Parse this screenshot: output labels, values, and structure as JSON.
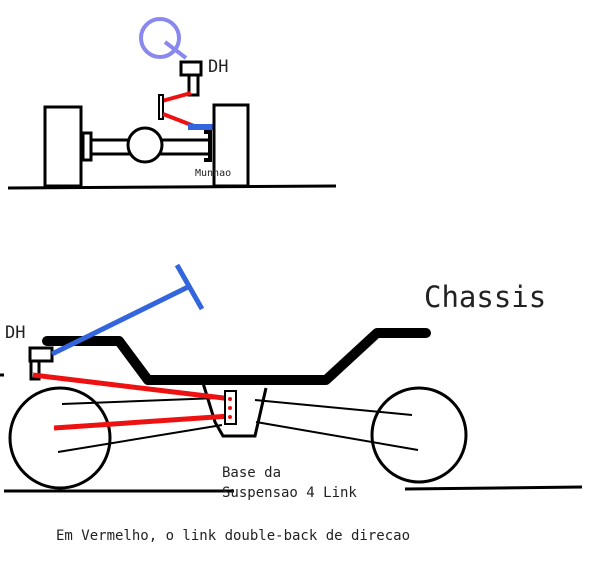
{
  "top_view": {
    "dh_label": "DH",
    "munhao_label": "Munhao"
  },
  "side_view": {
    "dh_label": "DH",
    "chassis_label": "Chassis",
    "base_line1": "Base da",
    "base_line2": "Suspensao 4 Link"
  },
  "caption": "Em Vermelho, o link double-back de direcao",
  "colors": {
    "link": "#ee1111",
    "steering": "#3366dd",
    "wheel_top": "#8888ee",
    "ink": "#000000"
  }
}
